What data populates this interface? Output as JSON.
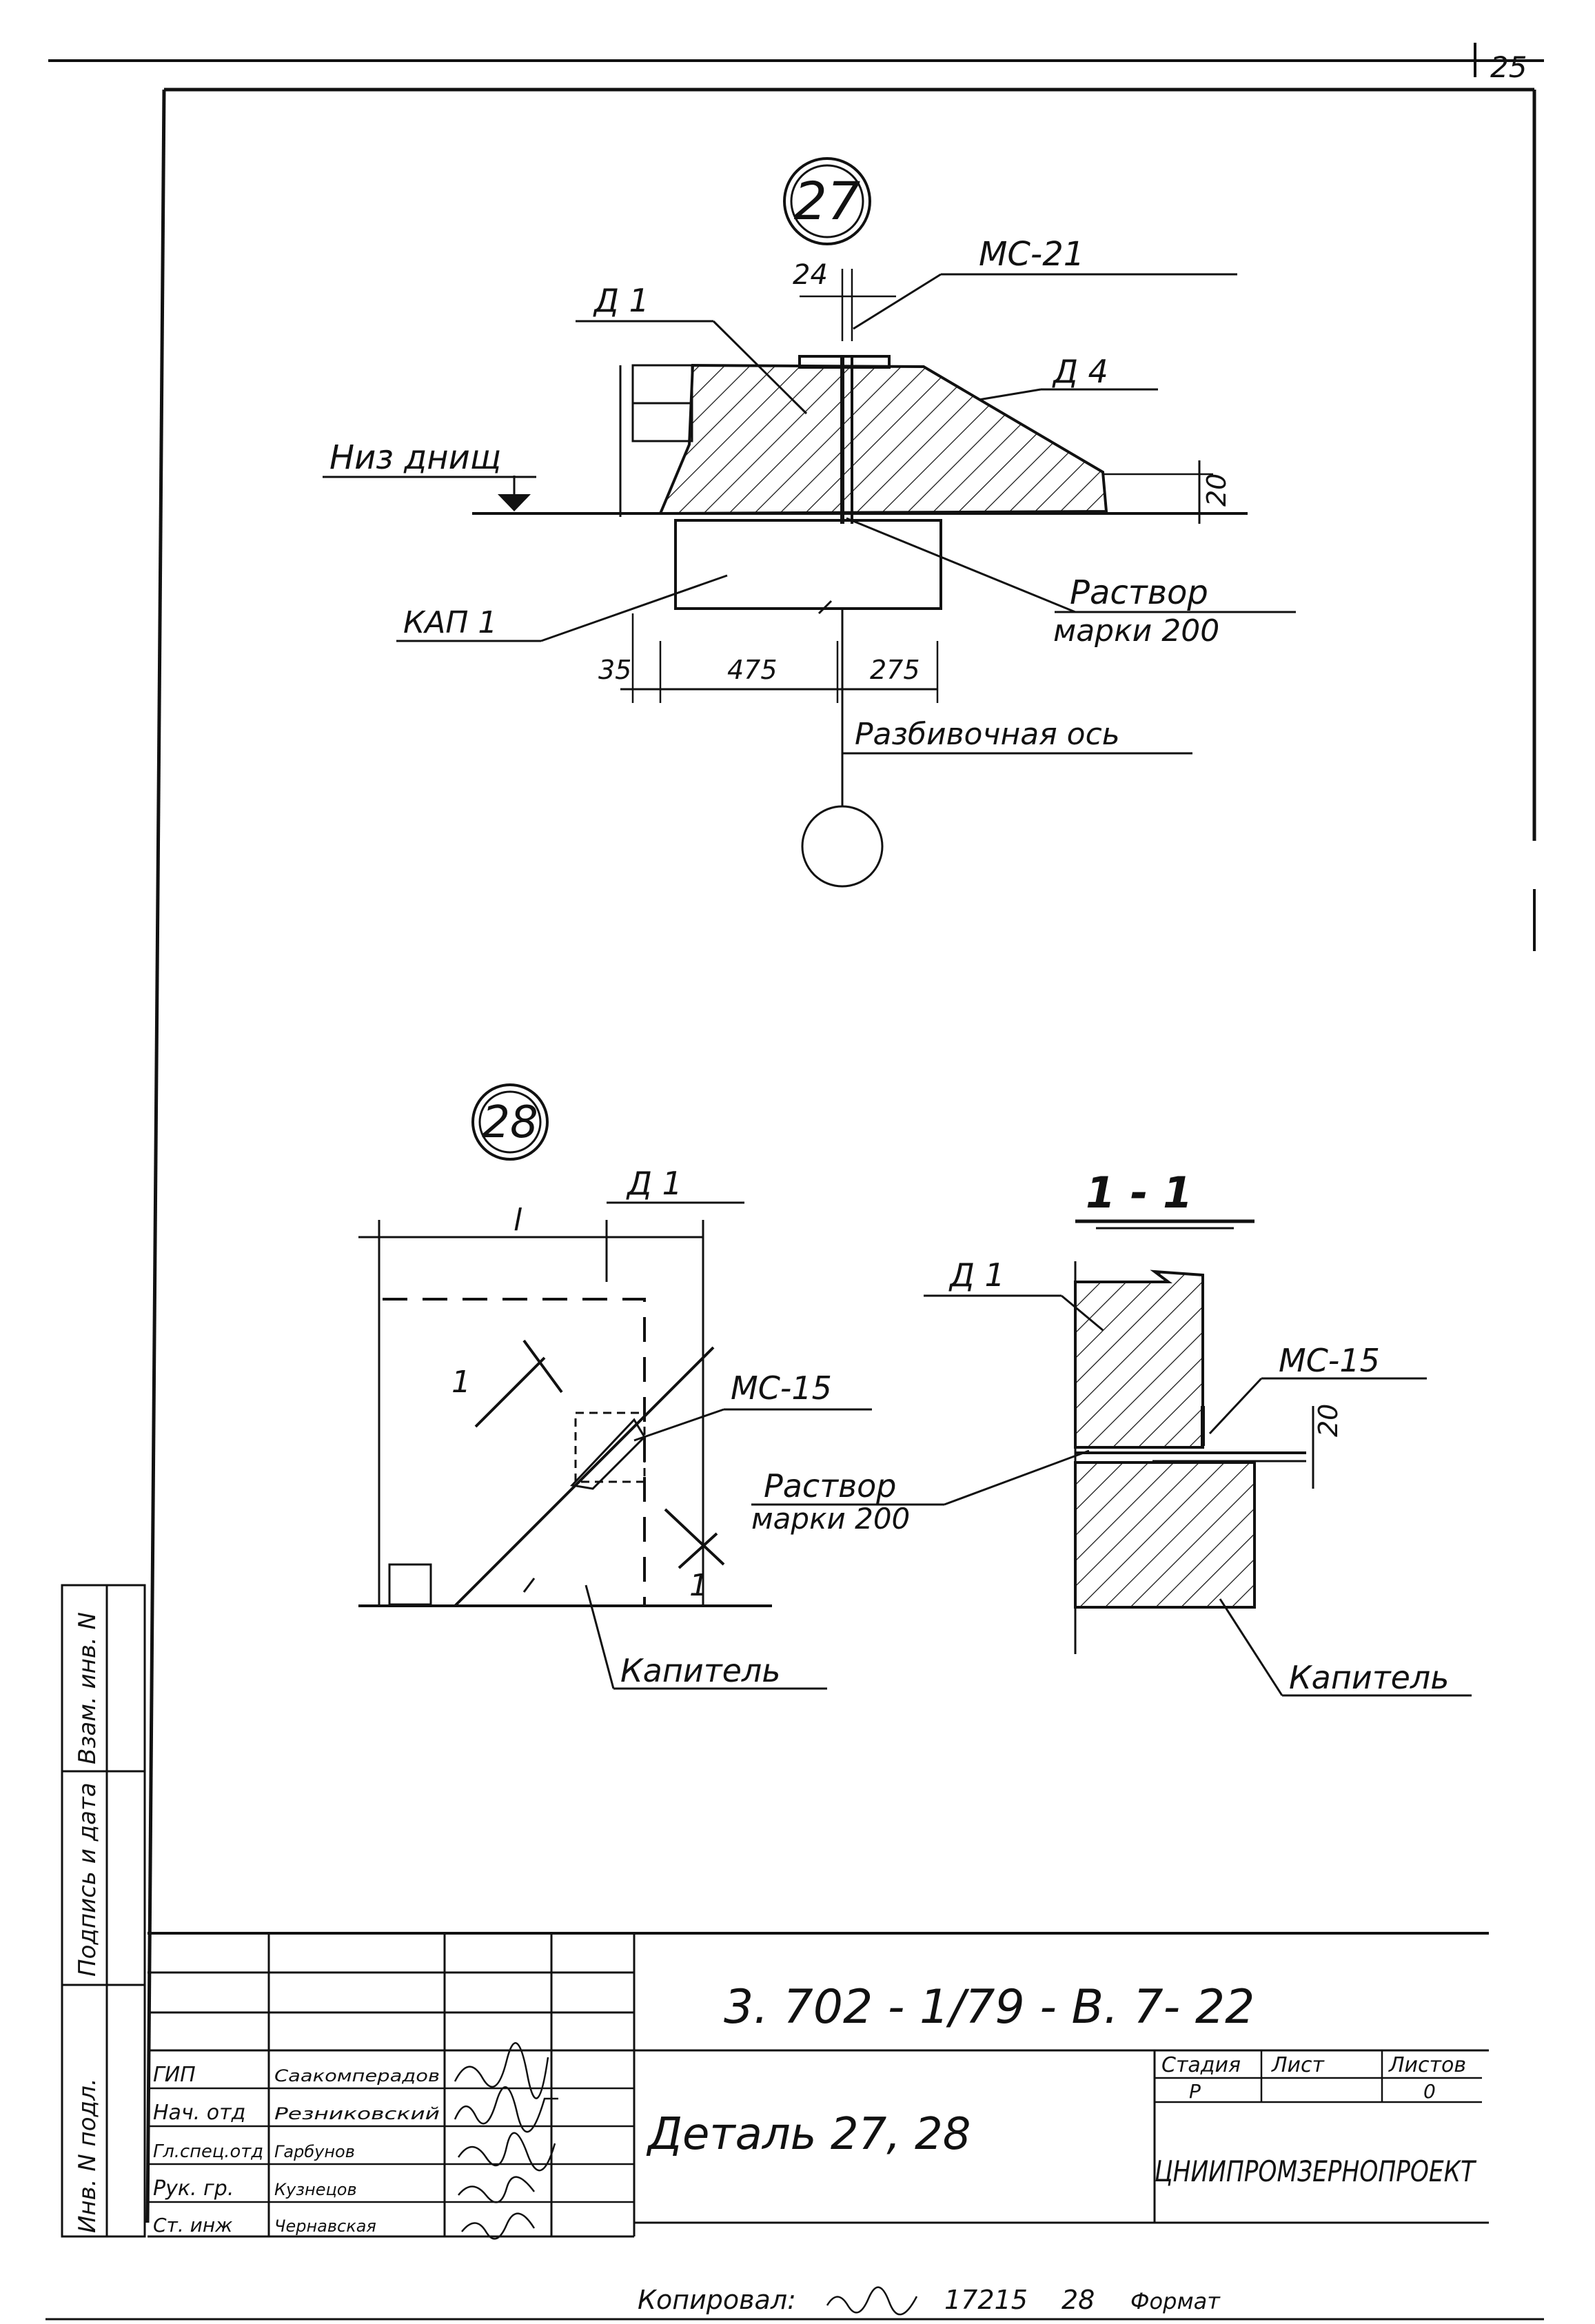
{
  "sheet": {
    "page_number": "25"
  },
  "detail27": {
    "marker": "27",
    "ms_label": "МС-21",
    "dim_24": "24",
    "d1_label": "Д 1",
    "d4_label": "Д 4",
    "bottom_label": "Низ днищ",
    "dim_20": "20",
    "kap_label": "КАП 1",
    "mortar_label_1": "Раствор",
    "mortar_label_2": "марки 200",
    "dim_35": "35",
    "dim_475": "475",
    "dim_275": "275",
    "axis_label": "Разбивочная ось"
  },
  "detail28": {
    "marker": "28",
    "d1_label": "Д 1",
    "dim_l": "l",
    "cut_mark": "1",
    "ms_label": "МС-15",
    "mortar_label_1": "Раствор",
    "mortar_label_2": "марки 200",
    "capitel_label": "Капитель"
  },
  "section11": {
    "title": "1 - 1",
    "d1_label": "Д 1",
    "ms_label": "МС-15",
    "dim_20": "20",
    "capitel_label": "Капитель"
  },
  "side_stamp": {
    "inv_orig": "Инв. N подл.",
    "sign_date": "Подпись и дата",
    "inv_repl": "Взам. инв. N"
  },
  "title_block": {
    "doc_code": "3. 702 - 1/79 - В. 7- 22",
    "title": "Деталь 27, 28",
    "stage_header": "Стадия",
    "sheet_header": "Лист",
    "sheets_header": "Листов",
    "stage_value": "Р",
    "sheets_value": "0",
    "org": "ЦНИИПРОМЗЕРНОПРОЕКТ",
    "roles": [
      {
        "role": "ГИП",
        "name": "Саакомперадов"
      },
      {
        "role": "Нач. отд",
        "name": "Резниковский"
      },
      {
        "role": "Гл.спец.отд",
        "name": "Гарбунов"
      },
      {
        "role": "Рук. гр.",
        "name": "Кузнецов"
      },
      {
        "role": "Ст. инж",
        "name": "Чернавская"
      }
    ]
  },
  "footer": {
    "copied_label": "Копировал:",
    "order_no": "17215",
    "copy_no": "28",
    "format_label": "Формат"
  }
}
